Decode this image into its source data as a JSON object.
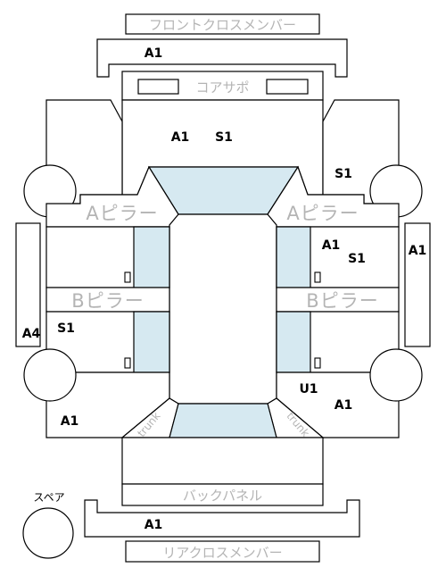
{
  "parts": {
    "front_cross_member": "フロントクロスメンバー",
    "core_support": "コアサポ",
    "a_pillar_left": "Aピラー",
    "a_pillar_right": "Aピラー",
    "b_pillar_left": "Bピラー",
    "b_pillar_right": "Bピラー",
    "back_panel": "バックパネル",
    "rear_cross_member": "リアクロスメンバー",
    "trunk_left": "trunk",
    "trunk_right": "trunk",
    "spare": "スペア"
  },
  "codes": {
    "front_cross_member": "A1",
    "hood_a": "A1",
    "hood_s": "S1",
    "front_fender_right": "S1",
    "front_door_right_a": "A1",
    "front_door_right_s": "S1",
    "roof_rail_right": "A1",
    "rocker_left": "A4",
    "rear_door_left": "S1",
    "quarter_right_u": "U1",
    "quarter_right_a": "A1",
    "quarter_left": "A1",
    "rear_cross_member": "A1"
  }
}
